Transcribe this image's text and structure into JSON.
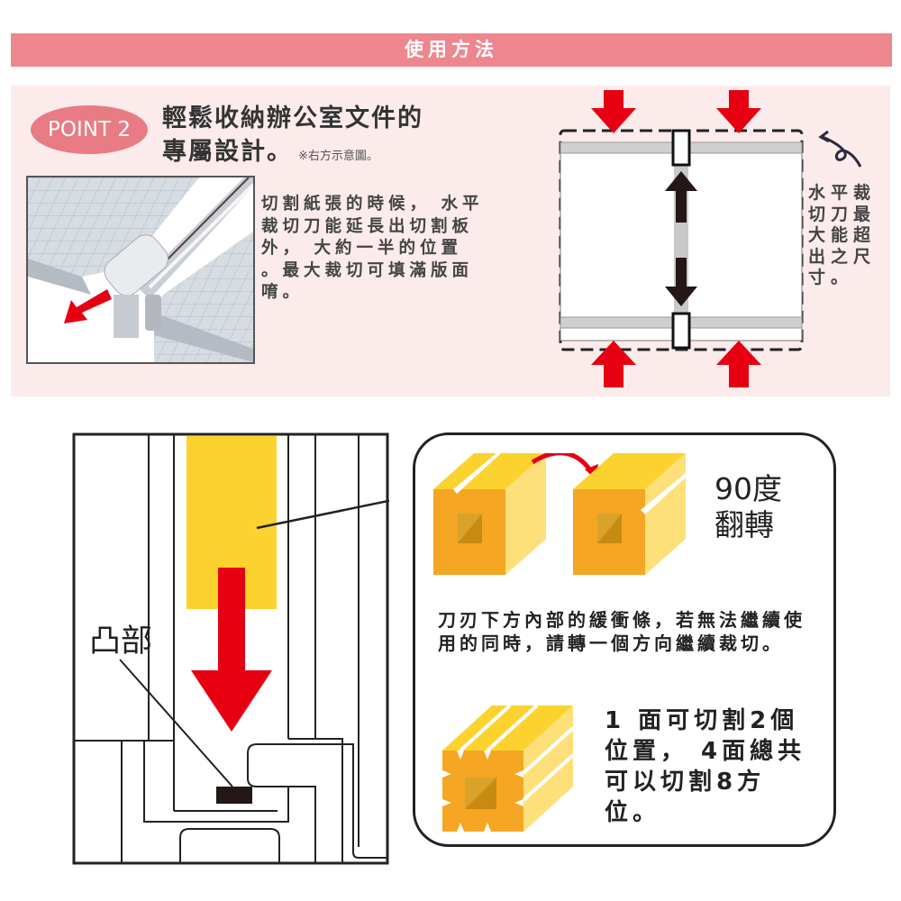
{
  "header": {
    "title": "使用方法"
  },
  "point": {
    "badge": "POINT 2",
    "heading_line1": "輕鬆收納辦公室文件的",
    "heading_line2": "專屬設計。",
    "heading_note": "※右方示意圖。",
    "description": "切割紙張的時候， 水平裁切刀能延長出切割板外， 大約一半的位置 。最大裁切可填滿版面唷。",
    "side_note": "水平裁切刀最大能超出之尺寸。"
  },
  "icons": {
    "red_arrow": "arrow-icon",
    "double_arrow": "double-arrow-icon",
    "curly_arrow": "curly-arrow-icon"
  },
  "colors": {
    "header": "#ee868d",
    "panel": "#fcebeb",
    "badge": "#e87b84",
    "red": "#e60012",
    "yellow": "#fcd22f",
    "orange": "#f5a623"
  },
  "mechanism": {
    "convex_label": "凸部"
  },
  "callout": {
    "rotate_label_line1": "90度",
    "rotate_label_line2": "翻轉",
    "description": "刀刃下方內部的緩衝條，若無法繼續使用的同時，請轉一個方向繼續裁切。",
    "count_text": "1 面可切割2個位置， 4面總共可以切割8方位。"
  }
}
